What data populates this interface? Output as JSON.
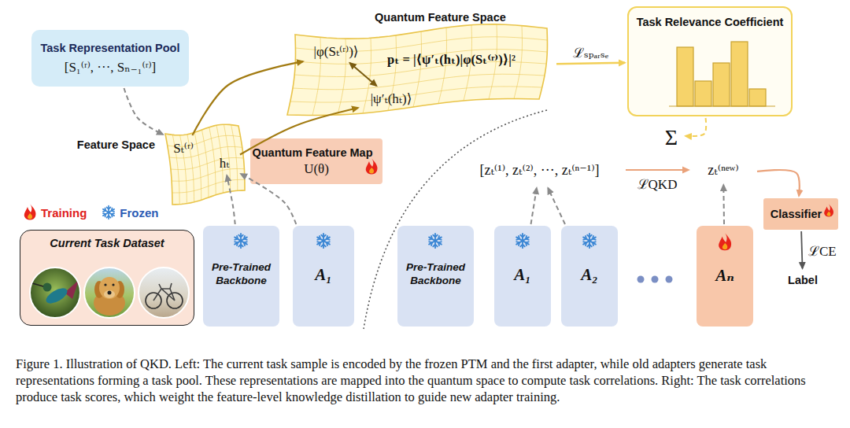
{
  "diagram": {
    "caption": "Figure 1. Illustration of QKD. Left: The current task sample is encoded by the frozen PTM and the first adapter, while old adapters generate task representations forming a task pool. These representations are mapped into the quantum space to compute task correlations. Right: The task correlations produce task scores, which weight the feature-level knowledge distillation to guide new adapter training.",
    "nodes": [
      {
        "text": [
          "Task Representation Pool",
          "[S₁⁽ʳ⁾, ···, Sₙ₋₁⁽ʳ⁾]"
        ]
      },
      {
        "text": [
          "Quantum Feature Space"
        ]
      },
      {
        "text": [
          "|φ(Sₜ⁽ʳ⁾)⟩"
        ],
        "in": 1
      },
      {
        "text": [
          "|ψ′ₜ(hₜ)⟩"
        ],
        "in": 1
      },
      {
        "text": [
          "Task Relevance Coefficient"
        ]
      },
      {
        "text": [
          "Feature Space"
        ]
      },
      {
        "text": [
          "Sₜ⁽ʳ⁾"
        ],
        "in": 5
      },
      {
        "text": [
          "hₜ"
        ],
        "in": 5
      },
      {
        "text": [
          "Quantum Feature Map",
          "U(θ)"
        ]
      },
      {
        "text": [
          "Current Task Dataset"
        ]
      },
      {
        "text": [
          "Pre-Trained Backbone"
        ]
      },
      {
        "text": [
          "A₁"
        ]
      },
      {
        "text": [
          "Pre-Trained Backbone"
        ]
      },
      {
        "text": [
          "A₁"
        ]
      },
      {
        "text": [
          "A₂"
        ]
      },
      {
        "text": [
          "Aₙ"
        ]
      },
      {
        "text": [
          "Classifier"
        ]
      },
      {
        "text": [
          "[zₜ⁽¹⁾, zₜ⁽²⁾, ···, zₜ⁽ⁿ⁻¹⁾]"
        ]
      },
      {
        "text": [
          "zₜ⁽ⁿᵉʷ⁾"
        ]
      },
      {
        "text": [
          "Σ"
        ]
      },
      {
        "text": [
          "Label"
        ]
      }
    ],
    "edges": [
      {
        "from": 0,
        "to": 6,
        "arrow": "to"
      },
      {
        "from": 6,
        "to": 2,
        "arrow": "to"
      },
      {
        "from": 7,
        "to": 3,
        "arrow": "to"
      },
      {
        "from": 2,
        "to": 3,
        "arrow": "both"
      },
      {
        "from": 1,
        "to": 4,
        "label": "ℒₛₚₐᵣₛₑ",
        "arrow": "to"
      },
      {
        "from": 4,
        "to": 19,
        "arrow": "to"
      },
      {
        "from": 10,
        "to": 7,
        "arrow": "to"
      },
      {
        "from": 11,
        "to": 7,
        "arrow": "to"
      },
      {
        "from": 13,
        "to": 17,
        "arrow": "to"
      },
      {
        "from": 14,
        "to": 17,
        "arrow": "to"
      },
      {
        "from": 15,
        "to": 18,
        "arrow": "to"
      },
      {
        "from": 17,
        "to": 18,
        "label": "ℒQKD",
        "arrow": "to"
      },
      {
        "from": 18,
        "to": 16,
        "arrow": "to"
      },
      {
        "from": 16,
        "to": 20,
        "label": "ℒCE",
        "arrow": "to"
      }
    ],
    "labels": [
      "pₜ = |⟨ψ′ₜ(hₜ)|φ(Sₜ⁽ʳ⁾)⟩|²"
    ],
    "legend": [
      {
        "text": "Training"
      },
      {
        "text": "Frozen"
      }
    ]
  }
}
